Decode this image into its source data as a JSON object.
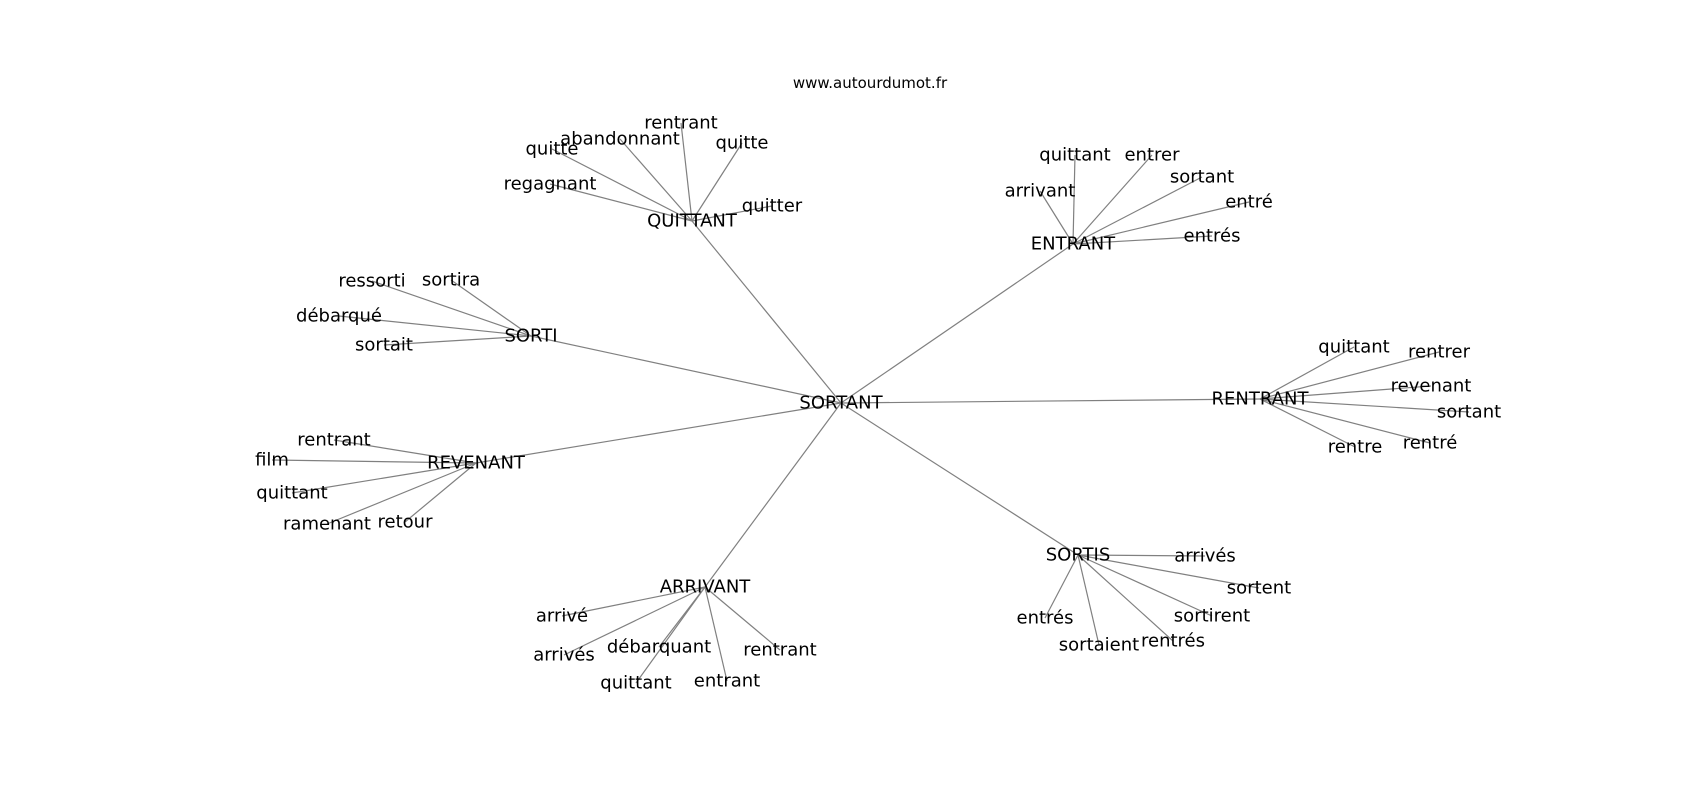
{
  "watermark": "www.autourdumot.fr",
  "graph": {
    "root": "SORTANT",
    "clusters": [
      {
        "hub": "QUITTANT",
        "leaves": [
          "rentrant",
          "abandonnant",
          "quitte",
          "quitte",
          "regagnant",
          "quitter"
        ]
      },
      {
        "hub": "ENTRANT",
        "leaves": [
          "quittant",
          "entrer",
          "arrivant",
          "sortant",
          "entré",
          "entrés"
        ]
      },
      {
        "hub": "SORTI",
        "leaves": [
          "ressorti",
          "sortira",
          "débarqué",
          "sortait"
        ]
      },
      {
        "hub": "RENTRANT",
        "leaves": [
          "quittant",
          "rentrer",
          "revenant",
          "sortant",
          "rentré",
          "rentre"
        ]
      },
      {
        "hub": "REVENANT",
        "leaves": [
          "rentrant",
          "film",
          "quittant",
          "ramenant",
          "retour"
        ]
      },
      {
        "hub": "SORTIS",
        "leaves": [
          "arrivés",
          "sortent",
          "sortirent",
          "rentrés",
          "sortaient",
          "entrés"
        ]
      },
      {
        "hub": "ARRIVANT",
        "leaves": [
          "arrivé",
          "arrivés",
          "débarquant",
          "quittant",
          "entrant",
          "rentrant"
        ]
      }
    ]
  }
}
